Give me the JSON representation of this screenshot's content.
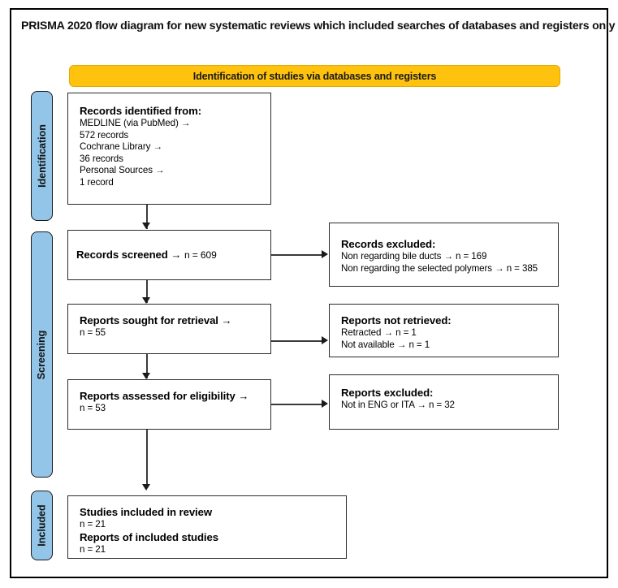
{
  "diagram": {
    "title": "PRISMA 2020 flow diagram for new systematic reviews which included searches of databases and registers only",
    "banner_label": "Identification of studies via databases and registers",
    "colors": {
      "banner": "#FFC20E",
      "stage_tab": "#92C5E8",
      "box_border": "#2b2b2b",
      "connector": "#3a3a3a",
      "frame": "#000000"
    }
  },
  "stages": [
    {
      "key": "identification",
      "label": "Identification"
    },
    {
      "key": "screening",
      "label": "Screening"
    },
    {
      "key": "included",
      "label": "Included"
    }
  ],
  "boxes": {
    "records_identified": {
      "title": "Records identified from:",
      "lines": [
        "MEDLINE (via PubMed) →",
        "572 records",
        "Cochrane Library →",
        "36 records",
        "Personal Sources →",
        "1 record"
      ]
    },
    "records_screened": {
      "title": "Records screened →",
      "count": "n = 609",
      "lines": []
    },
    "records_excluded": {
      "title": "Records excluded:",
      "lines": [
        "Non regarding bile ducts → n = 169",
        "Non regarding the selected polymers → n = 385"
      ]
    },
    "reports_sought": {
      "title": "Reports sought for retrieval →",
      "lines": [
        "n = 55"
      ]
    },
    "reports_not_retrieved": {
      "title": "Reports not retrieved:",
      "lines": [
        "Retracted → n = 1",
        "Not available → n = 1"
      ]
    },
    "reports_assessed": {
      "title": "Reports assessed for eligibility →",
      "lines": [
        "n = 53"
      ]
    },
    "reports_excluded": {
      "title": "Reports excluded:",
      "lines": [
        "Not in ENG or ITA → n = 32"
      ]
    },
    "studies_included": {
      "title": "Studies included in review",
      "count": "n = 21",
      "title2": "Reports of included studies",
      "count2": "n = 21"
    }
  }
}
